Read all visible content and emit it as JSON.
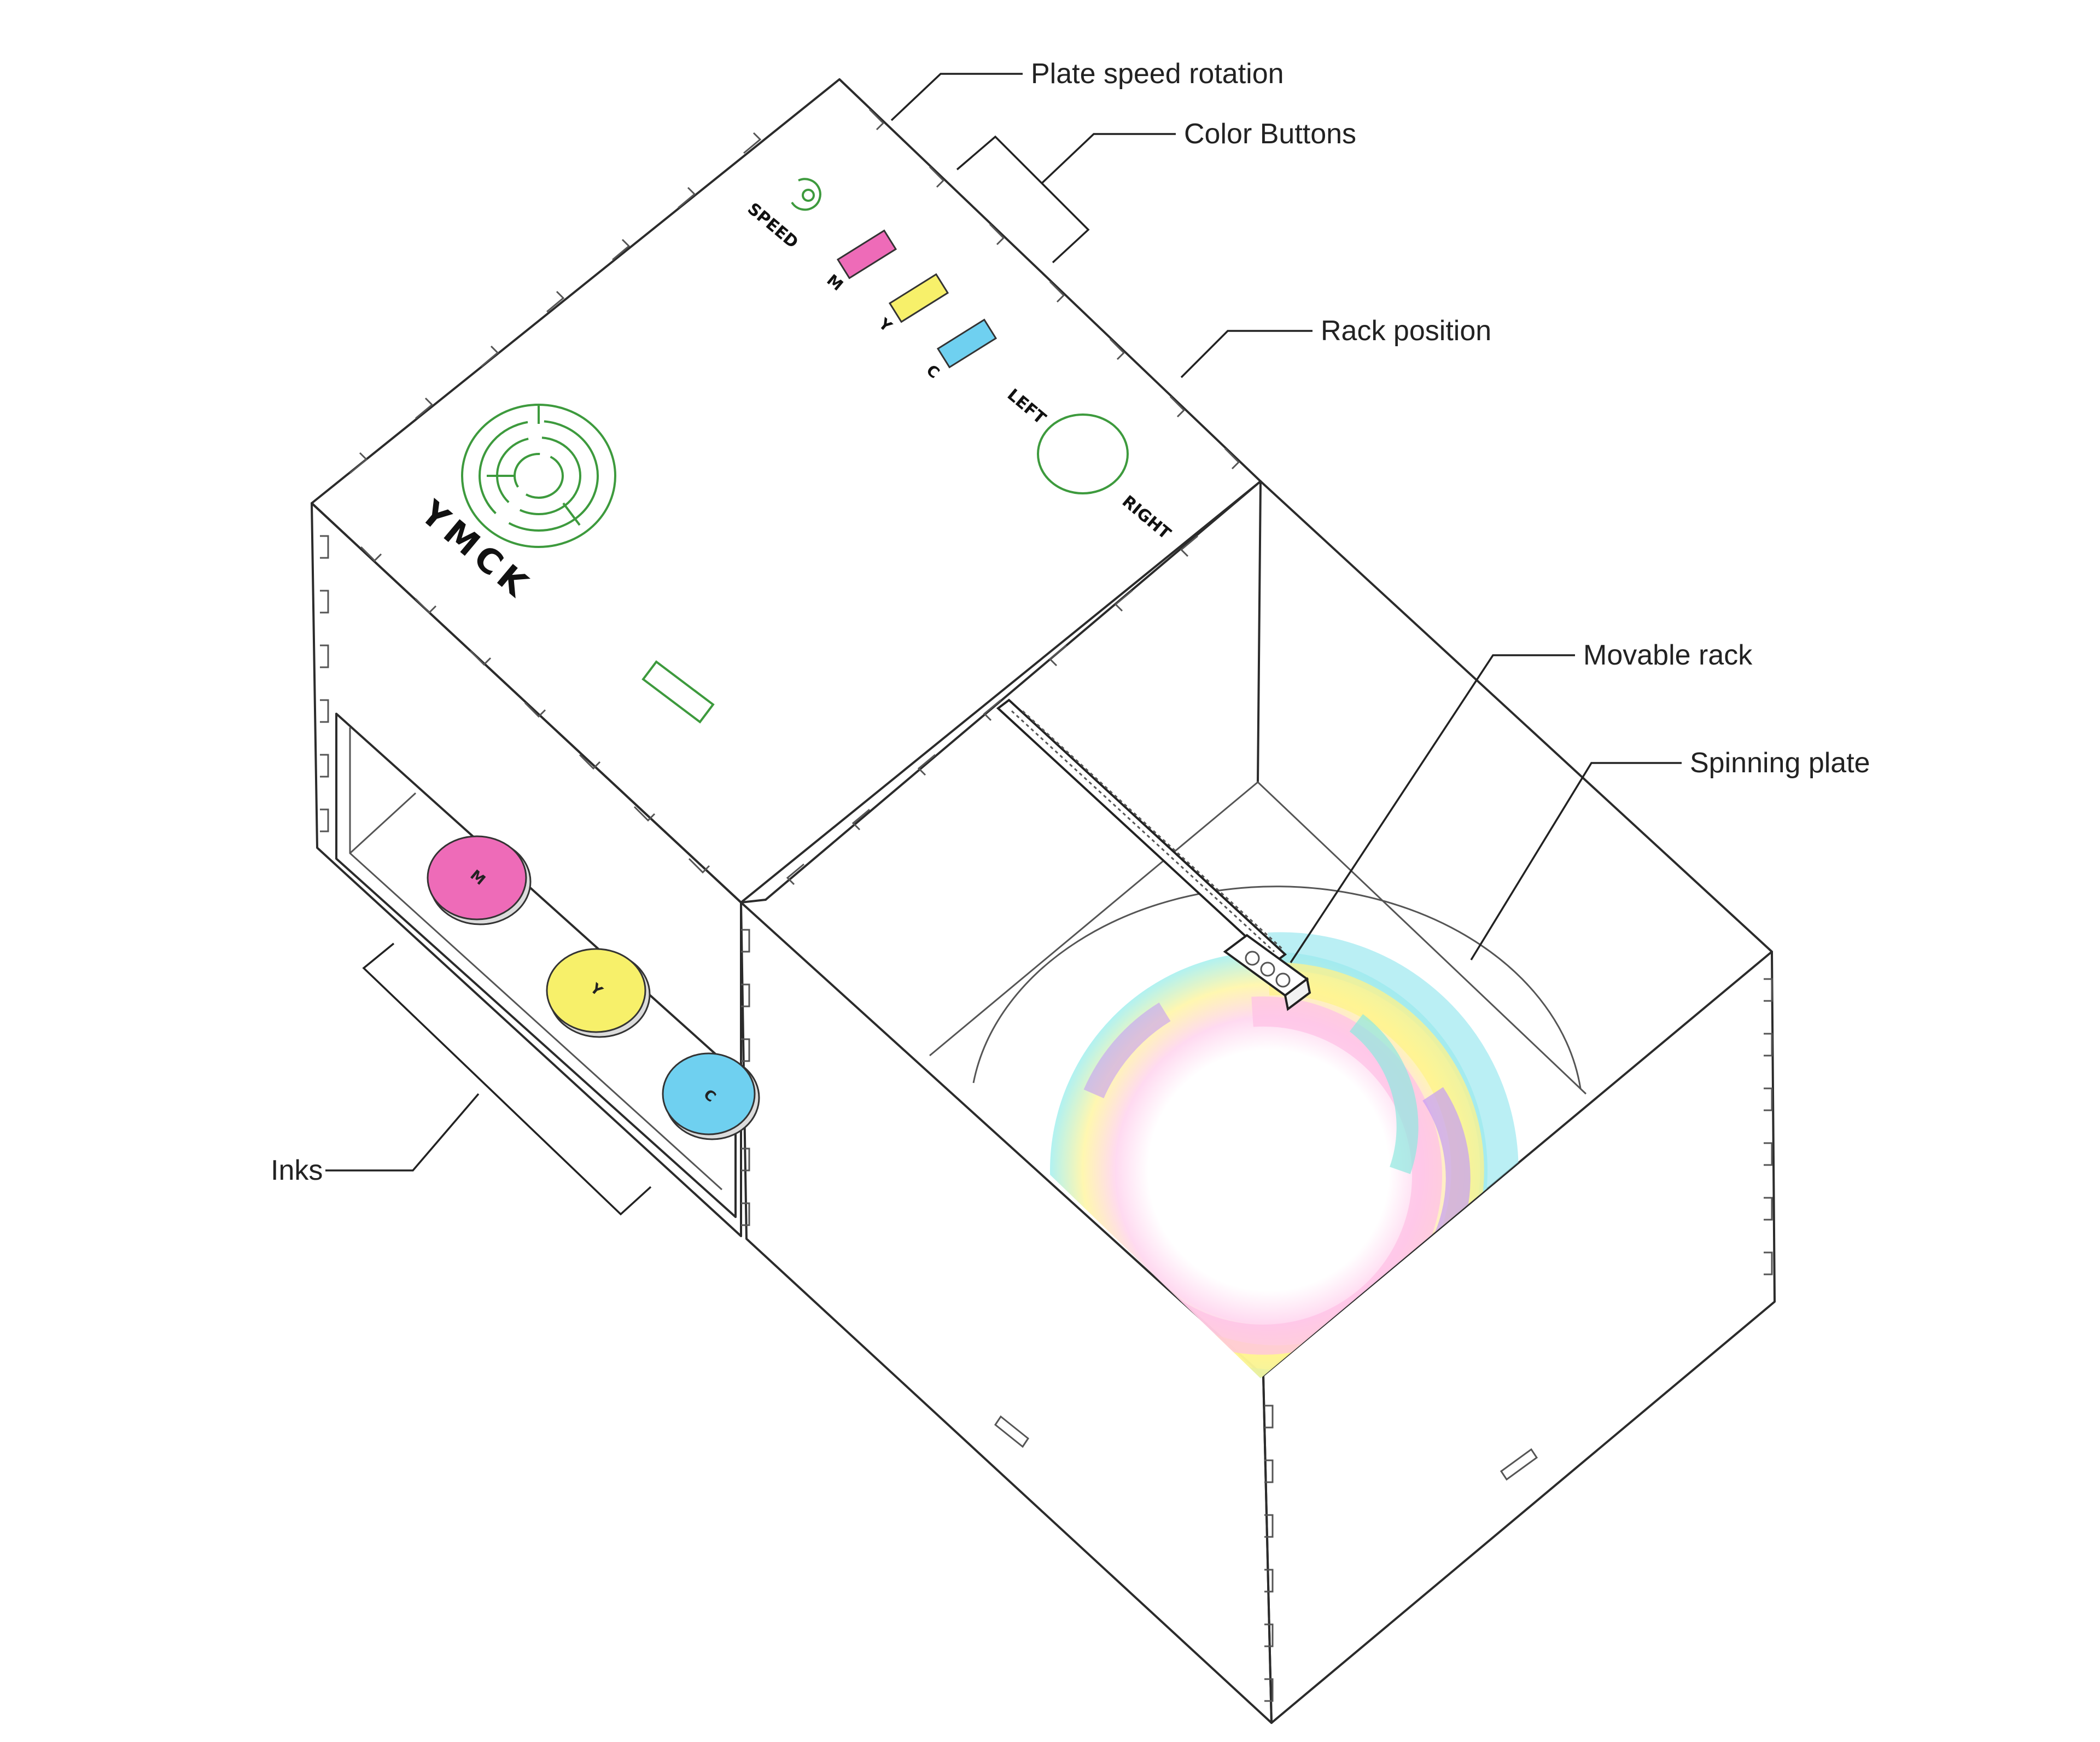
{
  "callouts": {
    "plate_speed_rotation": "Plate speed rotation",
    "color_buttons": "Color Buttons",
    "rack_position": "Rack position",
    "movable_rack": "Movable rack",
    "spinning_plate": "Spinning plate",
    "inks": "Inks"
  },
  "panel": {
    "brand": "YMCK",
    "speed_label": "SPEED",
    "button_m": "M",
    "button_y": "Y",
    "button_c": "C",
    "left_label": "LEFT",
    "right_label": "RIGHT"
  },
  "inks": {
    "m": "M",
    "y": "Y",
    "c": "C"
  },
  "colors": {
    "magenta": "#ee6bb8",
    "yellow": "#f7f06a",
    "cyan": "#6fd0f0",
    "panel_green": "#3d9a3d"
  }
}
